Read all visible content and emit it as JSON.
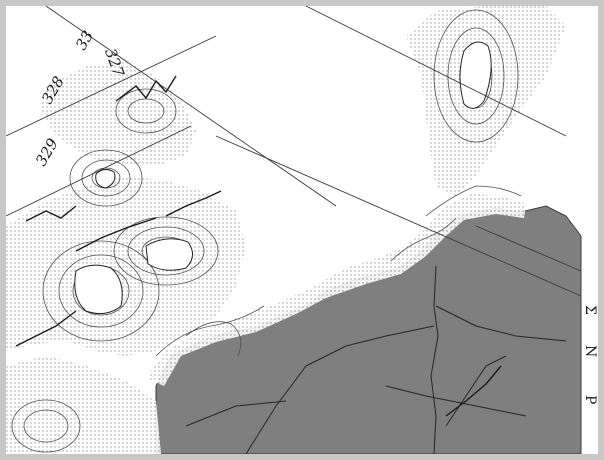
{
  "map": {
    "colors": {
      "land": "#7f7f7f",
      "water": "#ffffff",
      "contours": "#505050",
      "rivers": "#262626",
      "frame": "#c8c8c8"
    },
    "labels": {
      "depth_327": "327",
      "depth_328": "328",
      "depth_329": "329",
      "depth_33": "33",
      "coord_b1": "Σ",
      "coord_b2": "Ν",
      "coord_b3": "Ρ"
    }
  }
}
